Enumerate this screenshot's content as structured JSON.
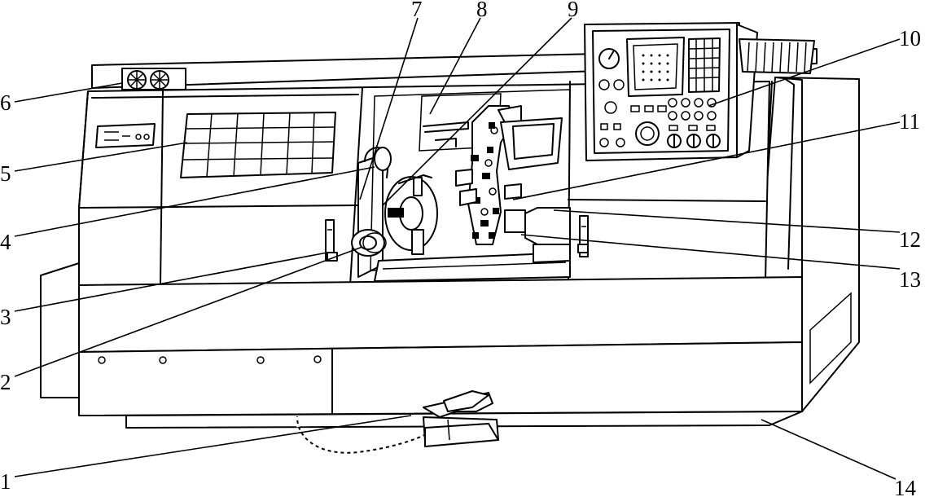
{
  "callouts": [
    {
      "id": "1",
      "text": "1"
    },
    {
      "id": "2",
      "text": "2"
    },
    {
      "id": "3",
      "text": "3"
    },
    {
      "id": "4",
      "text": "4"
    },
    {
      "id": "5",
      "text": "5"
    },
    {
      "id": "6",
      "text": "6"
    },
    {
      "id": "7",
      "text": "7"
    },
    {
      "id": "8",
      "text": "8"
    },
    {
      "id": "9",
      "text": "9"
    },
    {
      "id": "10",
      "text": "10"
    },
    {
      "id": "11",
      "text": "11"
    },
    {
      "id": "12",
      "text": "12"
    },
    {
      "id": "13",
      "text": "13"
    },
    {
      "id": "14",
      "text": "14"
    }
  ],
  "icons": {
    "machine": "cnc-lathe-illustration",
    "control_panel": "cnc-control-panel-icon",
    "foot_pedal": "foot-pedal-icon",
    "chuck": "chuck-icon",
    "turret": "tool-turret-icon",
    "tailstock": "tailstock-icon"
  },
  "colors": {
    "stroke": "#000000",
    "background": "#ffffff"
  }
}
